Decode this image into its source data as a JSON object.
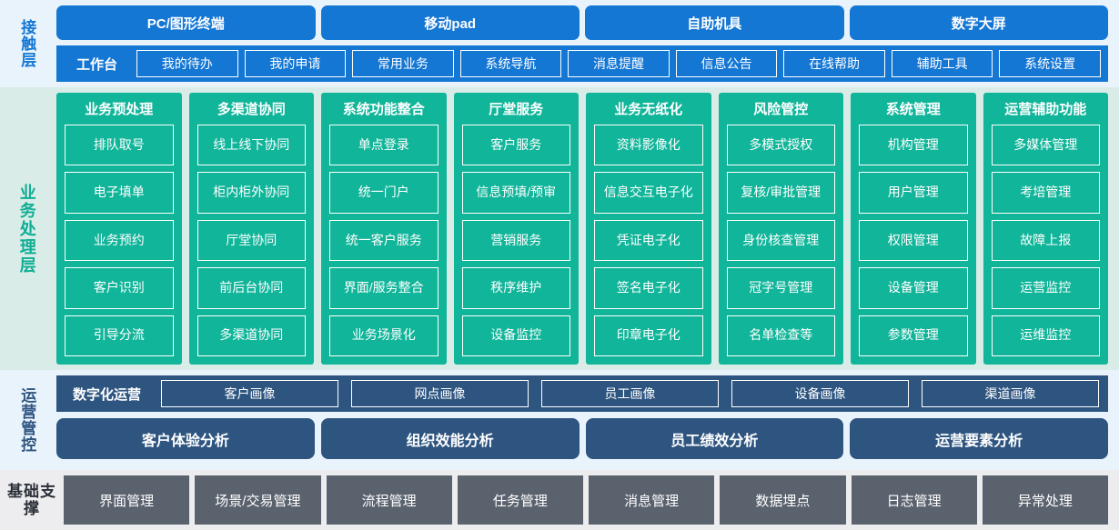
{
  "touch_layer": {
    "label": "接触层",
    "accent": "#1577d4",
    "channels": [
      "PC/图形终端",
      "移动pad",
      "自助机具",
      "数字大屏"
    ],
    "workbench_label": "工作台",
    "features": [
      "我的待办",
      "我的申请",
      "常用业务",
      "系统导航",
      "消息提醒",
      "信息公告",
      "在线帮助",
      "辅助工具",
      "系统设置"
    ]
  },
  "business_layer": {
    "label": "业务处理层",
    "accent": "#11b59a",
    "columns": [
      {
        "title": "业务预处理",
        "items": [
          "排队取号",
          "电子填单",
          "业务预约",
          "客户识别",
          "引导分流"
        ]
      },
      {
        "title": "多渠道协同",
        "items": [
          "线上线下协同",
          "柜内柜外协同",
          "厅堂协同",
          "前后台协同",
          "多渠道协同"
        ]
      },
      {
        "title": "系统功能整合",
        "items": [
          "单点登录",
          "统一门户",
          "统一客户服务",
          "界面/服务整合",
          "业务场景化"
        ]
      },
      {
        "title": "厅堂服务",
        "items": [
          "客户服务",
          "信息预填/预审",
          "营销服务",
          "秩序维护",
          "设备监控"
        ]
      },
      {
        "title": "业务无纸化",
        "items": [
          "资料影像化",
          "信息交互电子化",
          "凭证电子化",
          "签名电子化",
          "印章电子化"
        ]
      },
      {
        "title": "风险管控",
        "items": [
          "多模式授权",
          "复核/审批管理",
          "身份核查管理",
          "冠字号管理",
          "名单检查等"
        ]
      },
      {
        "title": "系统管理",
        "items": [
          "机构管理",
          "用户管理",
          "权限管理",
          "设备管理",
          "参数管理"
        ]
      },
      {
        "title": "运营辅助功能",
        "items": [
          "多媒体管理",
          "考培管理",
          "故障上报",
          "运营监控",
          "运维监控"
        ]
      }
    ]
  },
  "operations_layer": {
    "label": "运营管控",
    "accent": "#2e5580",
    "digital_ops_label": "数字化运营",
    "portraits": [
      "客户画像",
      "网点画像",
      "员工画像",
      "设备画像",
      "渠道画像"
    ],
    "analyses": [
      "客户体验分析",
      "组织效能分析",
      "员工绩效分析",
      "运营要素分析"
    ]
  },
  "foundation_layer": {
    "label": "基础支撑",
    "accent": "#5a626e",
    "items": [
      "界面管理",
      "场景/交易管理",
      "流程管理",
      "任务管理",
      "消息管理",
      "数据埋点",
      "日志管理",
      "异常处理"
    ]
  }
}
